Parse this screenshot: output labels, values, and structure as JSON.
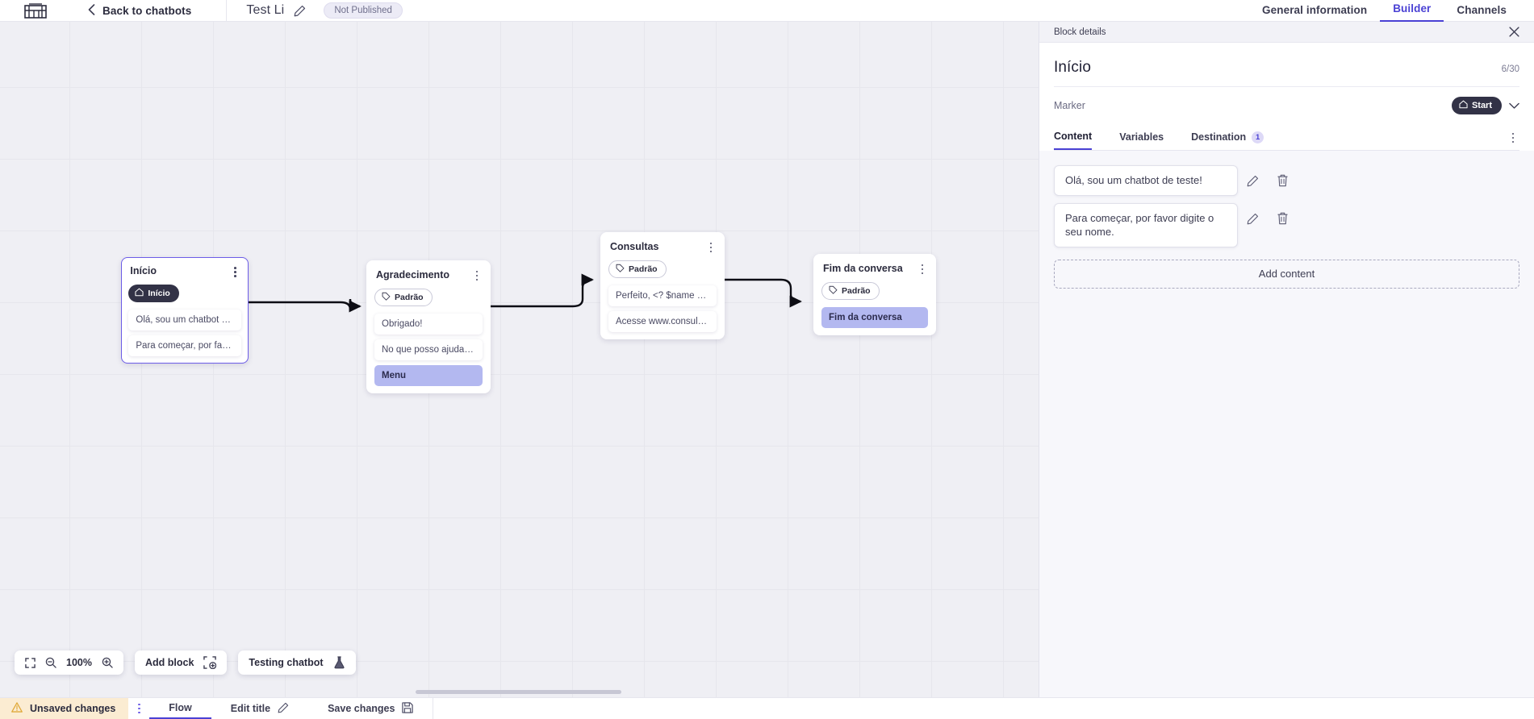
{
  "topbar": {
    "logo_name": "app-logo",
    "back_label": "Back to chatbots",
    "bot_title": "Test Li",
    "status_badge": "Not Published",
    "tabs": [
      {
        "label": "General information",
        "active": false
      },
      {
        "label": "Builder",
        "active": true
      },
      {
        "label": "Channels",
        "active": false
      }
    ]
  },
  "canvas": {
    "nodes": [
      {
        "title": "Início",
        "marker": "Início",
        "marker_type": "start",
        "selected": true,
        "rows": [
          {
            "text": "Olá, sou um chatbot de teste!",
            "type": "message"
          },
          {
            "text": "Para começar, por favor digite o ...",
            "type": "message"
          }
        ]
      },
      {
        "title": "Agradecimento",
        "marker": "Padrão",
        "marker_type": "default",
        "selected": false,
        "rows": [
          {
            "text": "Obrigado!",
            "type": "message"
          },
          {
            "text": "No que posso ajudar, <? $name ...",
            "type": "message"
          },
          {
            "text": "Menu",
            "type": "menu"
          }
        ]
      },
      {
        "title": "Consultas",
        "marker": "Padrão",
        "marker_type": "default",
        "selected": false,
        "rows": [
          {
            "text": "Perfeito, <? $name ?>!",
            "type": "message"
          },
          {
            "text": "Acesse www.consultas.com par...",
            "type": "message"
          }
        ]
      },
      {
        "title": "Fim da conversa",
        "marker": "Padrão",
        "marker_type": "default",
        "selected": false,
        "rows": [
          {
            "text": "Fim da conversa",
            "type": "menu"
          }
        ]
      }
    ],
    "toolbar": {
      "fit_icon": "fit-screen-icon",
      "zoom_out_icon": "zoom-out-icon",
      "zoom_level": "100%",
      "zoom_in_icon": "zoom-in-icon",
      "add_block_label": "Add block",
      "add_block_icon": "add-block-icon",
      "testing_label": "Testing chatbot",
      "testing_icon": "flask-icon"
    }
  },
  "panel": {
    "header_title": "Block details",
    "close_icon": "close-icon",
    "block_title": "Início",
    "char_count": "6/30",
    "marker_label": "Marker",
    "marker_value": "Start",
    "marker_icon": "home-icon",
    "chevron_icon": "chevron-down-icon",
    "tabs": [
      {
        "label": "Content",
        "active": true,
        "badge": ""
      },
      {
        "label": "Variables",
        "active": false,
        "badge": ""
      },
      {
        "label": "Destination",
        "active": false,
        "badge": "1"
      }
    ],
    "content_items": [
      {
        "text": "Olá, sou um chatbot de teste!",
        "edit_icon": "pencil-icon",
        "delete_icon": "trash-icon"
      },
      {
        "text": "Para começar, por favor digite o seu nome.",
        "edit_icon": "pencil-icon",
        "delete_icon": "trash-icon"
      }
    ],
    "add_content_label": "Add content"
  },
  "bottombar": {
    "unsaved_label": "Unsaved changes",
    "warning_icon": "warning-icon",
    "kebab_icon": "more-vertical-icon",
    "flow_label": "Flow",
    "edit_title_label": "Edit title",
    "edit_title_icon": "pencil-icon",
    "save_label": "Save changes",
    "save_icon": "save-icon"
  },
  "colors": {
    "accent": "#4a41d4",
    "menu_row": "#b3b8f0",
    "node_selected_border": "#6c5ce7",
    "unsaved_bg": "#fbecd2",
    "canvas_bg": "#efeff4"
  }
}
